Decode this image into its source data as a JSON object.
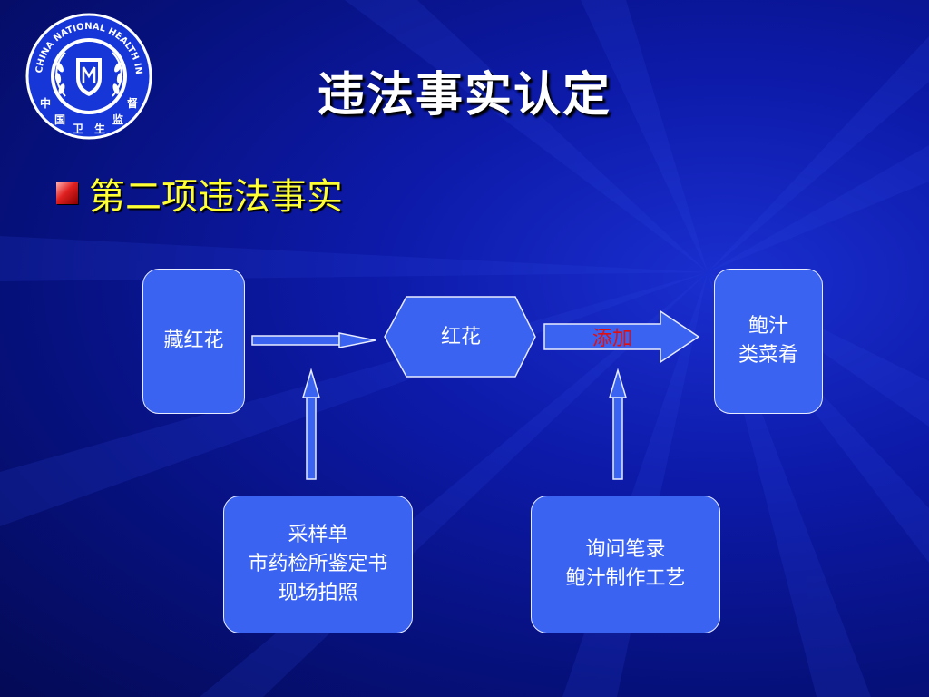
{
  "logo": {
    "ring_text": "CHINA NATIONAL HEALTH INSPECTION",
    "chars": [
      "中",
      "国",
      "卫",
      "生",
      "监",
      "督"
    ]
  },
  "title": "违法事实认定",
  "bullet": {
    "text": "第二项违法事实"
  },
  "nodes": {
    "saffron": "藏红花",
    "safflower": "红花",
    "product": [
      "鲍汁",
      "类菜肴"
    ],
    "evidence_left": [
      "采样单",
      "市药检所鉴定书",
      "现场拍照"
    ],
    "evidence_right": [
      "询问笔录",
      "鲍汁制作工艺"
    ]
  },
  "edges": {
    "add_label": "添加"
  },
  "colors": {
    "node_fill": "#3b63f2",
    "title": "#ffffff",
    "bullet_text": "#ffff33",
    "add_label": "#e01010",
    "bullet_square": "#e02020"
  }
}
